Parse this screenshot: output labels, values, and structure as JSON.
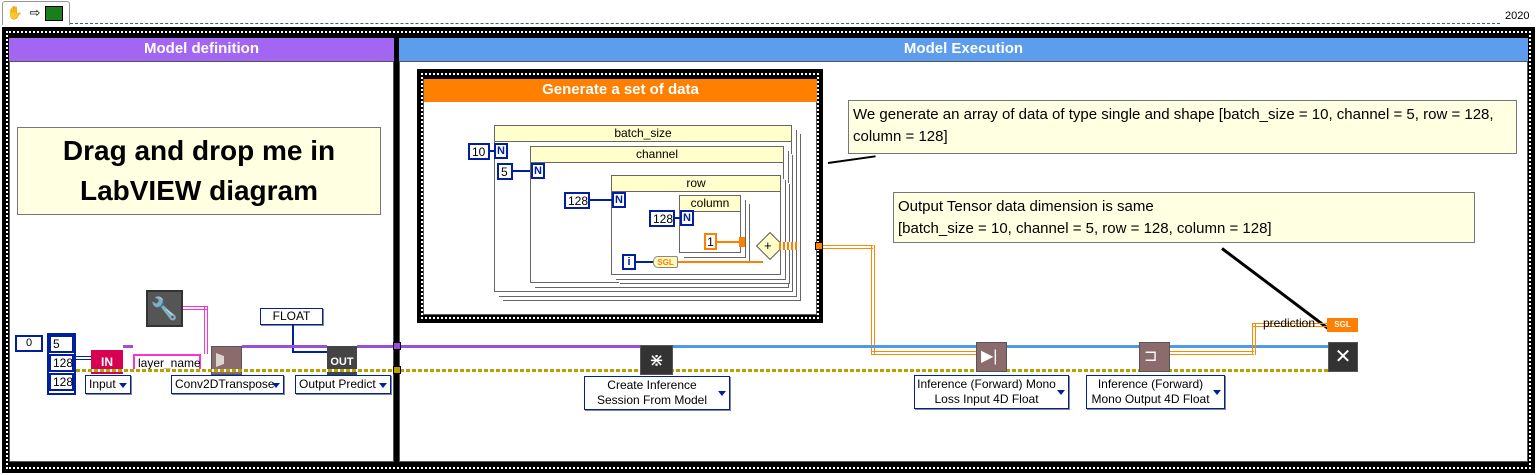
{
  "toolbar": {
    "icons": [
      "hand-icon",
      "arrow-icon",
      "run-icon"
    ]
  },
  "version": "2020",
  "panels": {
    "model_definition": "Model definition",
    "model_execution": "Model Execution",
    "generate": "Generate a set of data"
  },
  "notes": {
    "drag": "Drag and drop me in LabVIEW diagram",
    "generate_desc": "We generate an array of data of type single and shape [batch_size = 10, channel = 5, row = 128, column = 128]",
    "output_desc_1": "Output Tensor data dimension is same",
    "output_desc_2": "[batch_size = 10, channel = 5, row = 128, column = 128]"
  },
  "loops": {
    "batch_size": "batch_size",
    "channel": "channel",
    "row": "row",
    "column": "column",
    "n_batch": "10",
    "n_channel": "5",
    "n_row": "128",
    "n_column": "128",
    "one": "1",
    "n_term": "N",
    "i_term": "i",
    "sgl": "SGL"
  },
  "array_const": {
    "index": "0",
    "values": [
      "5",
      "128",
      "128"
    ]
  },
  "nodes": {
    "in": "IN",
    "out": "OUT",
    "layer_name": "layer_name",
    "float_ring": "FLOAT",
    "input_enum": "Input",
    "conv_enum": "Conv2DTranspose",
    "output_enum": "Output Predict",
    "create_session": "Create Inference Session From Model",
    "inference_loss": "Inference (Forward) Mono Loss Input 4D Float",
    "inference_output": "Inference (Forward) Mono Output 4D Float",
    "prediction": "prediction",
    "pred_sgl": "SGL"
  },
  "colors": {
    "purple_header": "#a266f2",
    "blue_header": "#5c9ded",
    "orange_header": "#ff7f00",
    "wire_purple": "#9b4fd9",
    "wire_blue": "#4d9be8",
    "wire_orange": "#ff8a00",
    "wire_pink": "#ff33cc",
    "error_wire": "#b8a000"
  }
}
